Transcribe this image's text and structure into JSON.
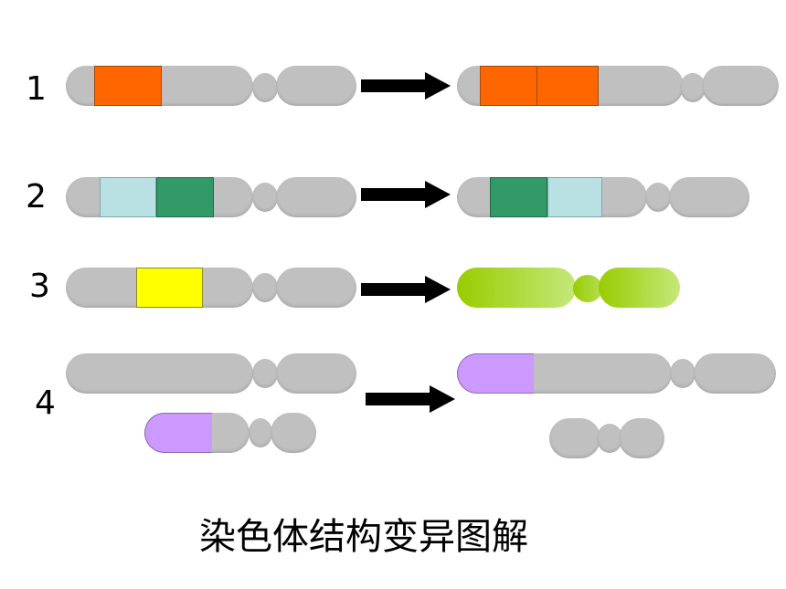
{
  "rows": [
    {
      "label": "1"
    },
    {
      "label": "2"
    },
    {
      "label": "3"
    },
    {
      "label": "4"
    }
  ],
  "caption": "染色体结构变异图解",
  "colors": {
    "chromosome": "#c0c0c0",
    "orange_band": "#ff6600",
    "light_blue_band": "#b9e0e2",
    "green_band": "#339966",
    "yellow_band": "#ffff00",
    "lime_gradient_start": "#99cc00",
    "lime_gradient_end": "#c5e87a",
    "purple_band": "#cc99ff",
    "arrow": "#000000"
  }
}
